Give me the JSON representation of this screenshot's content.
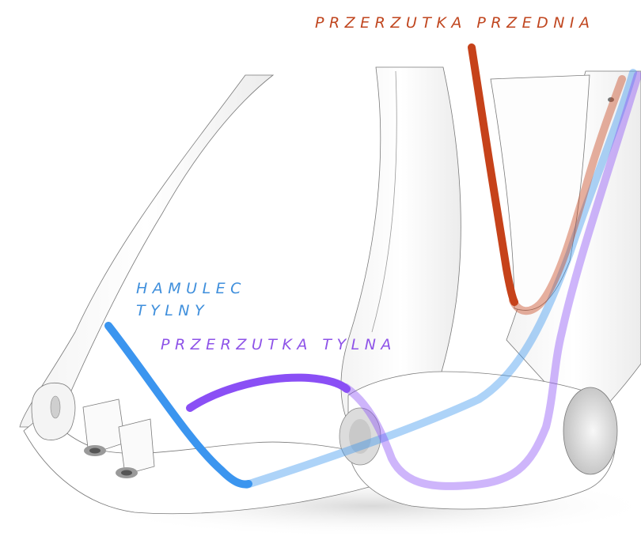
{
  "labels": {
    "front_derailleur": "PRZERZUTKA PRZEDNIA",
    "rear_brake_line1": "HAMULEC",
    "rear_brake_line2": "TYLNY",
    "rear_derailleur": "PRZERZUTKA TYLNA"
  },
  "colors": {
    "front_derailleur": "#c6421a",
    "rear_brake": "#3b95ef",
    "rear_derailleur": "#8a4ff5",
    "frame": "#ffffff",
    "frame_outline": "#6b6b6b"
  }
}
